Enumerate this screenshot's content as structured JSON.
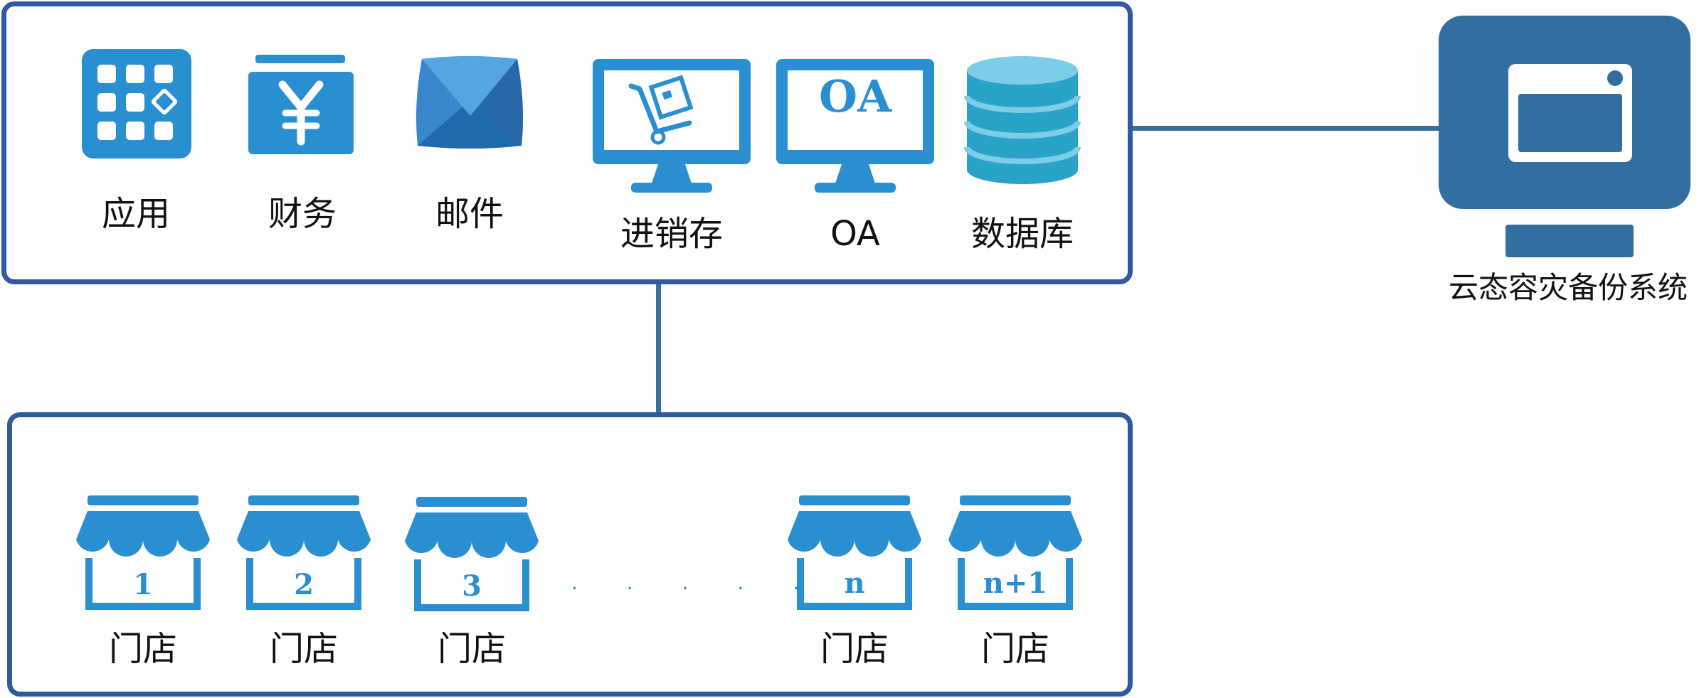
{
  "colors": {
    "frame_border": "#2f5a9e",
    "connector": "#3b6f98",
    "icon_blue": "#2a8fd0",
    "backup_blue": "#326fa0",
    "db_light": "#7ecde6",
    "db_mid": "#2aa3c8"
  },
  "central": {
    "items": [
      {
        "label": "应用",
        "icon": "app-grid-icon"
      },
      {
        "label": "财务",
        "icon": "finance-yen-icon"
      },
      {
        "label": "邮件",
        "icon": "mail-envelope-icon"
      },
      {
        "label": "进销存",
        "icon": "inventory-monitor-icon"
      },
      {
        "label": "OA",
        "icon": "oa-monitor-icon",
        "screen_text": "OA"
      },
      {
        "label": "数据库",
        "icon": "database-icon"
      }
    ]
  },
  "backup": {
    "label": "云态容灾备份系统",
    "icon": "backup-monitor-icon"
  },
  "stores": {
    "items": [
      {
        "number": "1",
        "label": "门店",
        "icon": "store-icon"
      },
      {
        "number": "2",
        "label": "门店",
        "icon": "store-icon"
      },
      {
        "number": "3",
        "label": "门店",
        "icon": "store-icon"
      },
      {
        "number": "n",
        "label": "门店",
        "icon": "store-icon"
      },
      {
        "number": "n+1",
        "label": "门店",
        "icon": "store-icon"
      }
    ],
    "ellipsis": "· · · · · ·"
  }
}
